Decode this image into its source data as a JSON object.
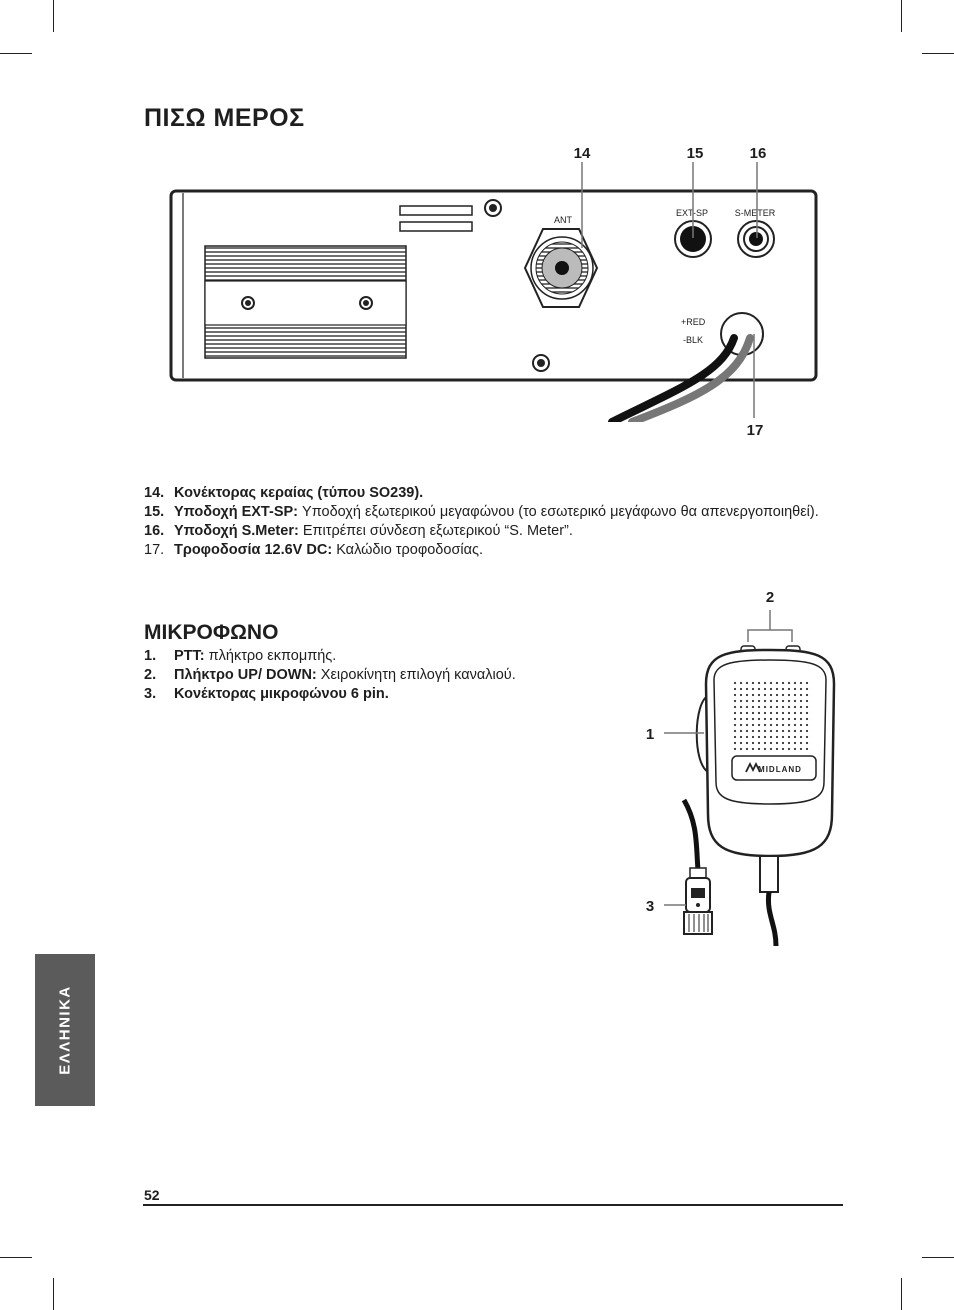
{
  "rear_section": {
    "title": "ΠΙΣΩ ΜΕΡΟΣ",
    "callouts": [
      "14",
      "15",
      "16",
      "17"
    ],
    "panel_labels": {
      "ant": "ANT",
      "ext_sp": "EXT-SP",
      "s_meter": "S-METER",
      "red": "+RED",
      "blk": "-BLK"
    },
    "items": [
      {
        "number": "14.",
        "label": "Κονέκτορας κεραίας (τύπου SO239).",
        "text": ""
      },
      {
        "number": "15.",
        "label": "Υποδοχή EXT-SP:",
        "text": "Υποδοχή εξωτερικού μεγαφώνου (το εσωτερικό μεγάφωνο θα απενεργοποιηθεί)."
      },
      {
        "number": "16.",
        "label": "Υποδοχή S.Meter:",
        "text": "Επιτρέπει σύνδεση εξωτερικού “S. Meter”."
      },
      {
        "number": "17.",
        "label": "Τροφοδοσία 12.6V DC:",
        "text": "Καλώδιο τροφοδοσίας."
      }
    ]
  },
  "mic_section": {
    "title": "ΜΙΚΡΟΦΩΝΟ",
    "callouts": [
      "1",
      "2",
      "3"
    ],
    "brand": "MIDLAND",
    "items": [
      {
        "number": "1.",
        "label": "PTT:",
        "text": "πλήκτρο εκπομπής."
      },
      {
        "number": "2.",
        "label": "Πλήκτρο UP/ DOWN:",
        "text": "Χειροκίνητη επιλογή καναλιού."
      },
      {
        "number": "3.",
        "label": "Κονέκτορας μικροφώνου 6 pin.",
        "text": ""
      }
    ]
  },
  "side_tab": "ΕΛΛΗΝΙΚΑ",
  "page_number": "52",
  "colors": {
    "tab": "#5b5b5b",
    "ink": "#1e1e1e"
  }
}
